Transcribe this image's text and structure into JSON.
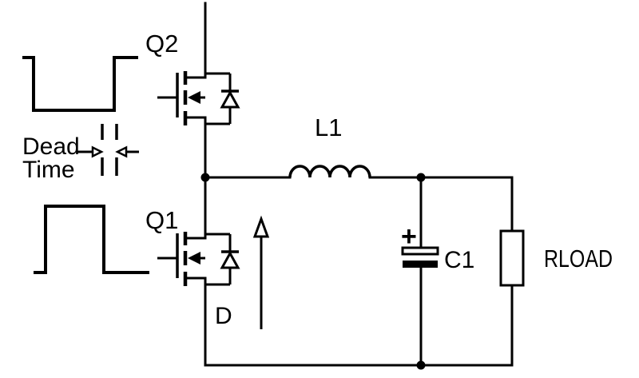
{
  "diagram": {
    "type": "circuit-schematic",
    "colors": {
      "line": "#000000",
      "background": "#ffffff"
    },
    "components": {
      "high_side_switch": {
        "label": "Q2",
        "symbol": "n-channel-mosfet-with-body-diode"
      },
      "low_side_switch": {
        "label": "Q1",
        "symbol": "n-channel-mosfet-with-body-diode"
      },
      "inductor": {
        "label": "L1",
        "symbol": "inductor-coil"
      },
      "output_capacitor": {
        "label": "C1",
        "symbol": "polarized-capacitor",
        "polarity_mark": "+"
      },
      "load_resistor": {
        "label": "RLOAD",
        "symbol": "resistor-box"
      }
    },
    "annotations": {
      "dead_time": {
        "line1": "Dead",
        "line2": "Time",
        "marker": "dashed-lines-with-opposing-arrows"
      },
      "current_direction": {
        "label": "D",
        "marker": "upward-arrow"
      }
    },
    "waveforms": {
      "q2_gate": {
        "shape": "inverted-pulse"
      },
      "q1_gate": {
        "shape": "positive-pulse"
      }
    }
  }
}
